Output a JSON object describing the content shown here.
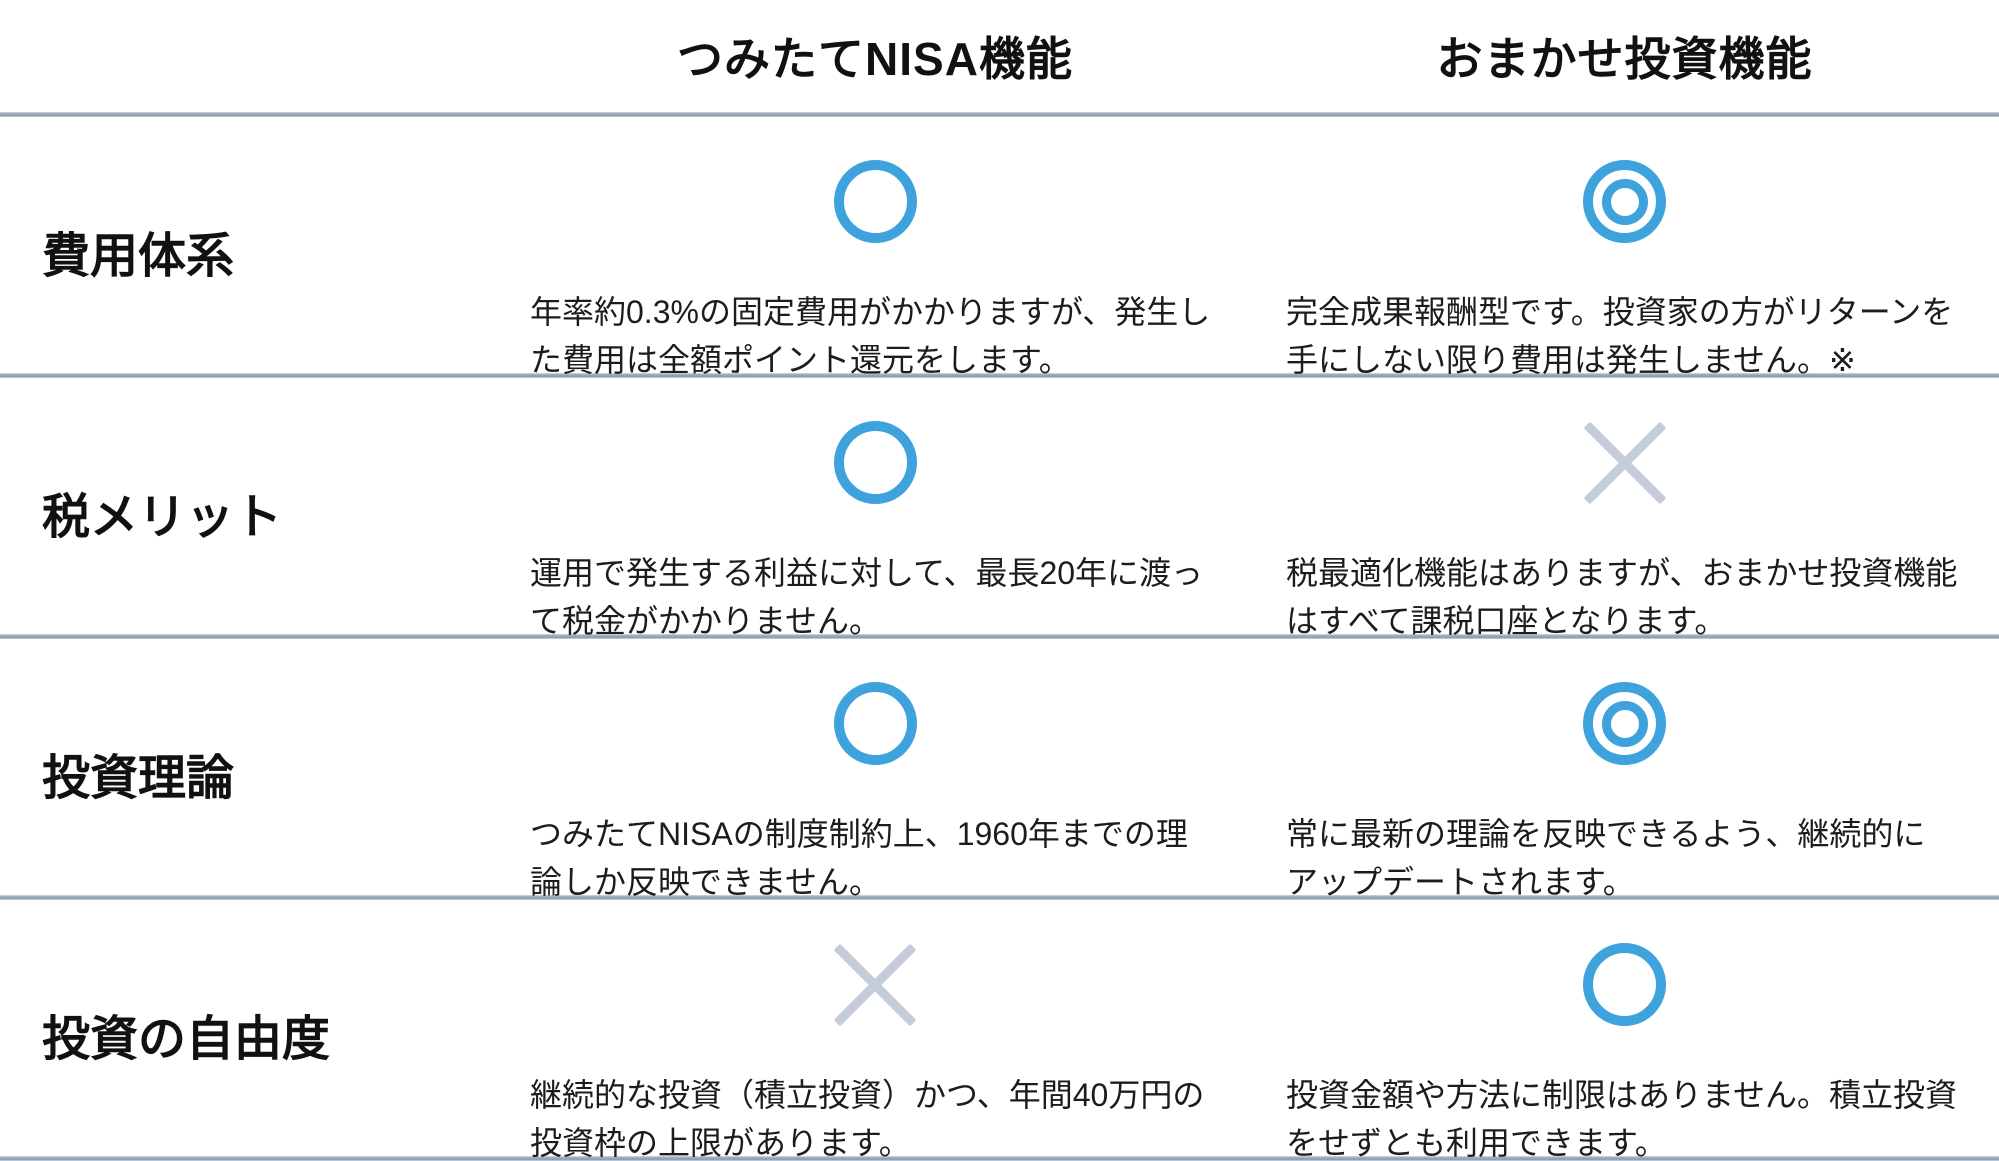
{
  "header": {
    "col2": "つみたてNISA機能",
    "col3": "おまかせ投資機能"
  },
  "rows": [
    {
      "label": "費用体系",
      "cells": [
        {
          "mark": "circle",
          "text": "年率約0.3%の固定費用がかかりますが、発生し\nた費用は全額ポイント還元をします。"
        },
        {
          "mark": "double-circle",
          "text": "完全成果報酬型です。投資家の方がリターンを\n手にしない限り費用は発生しません。※"
        }
      ]
    },
    {
      "label": "税メリット",
      "cells": [
        {
          "mark": "circle",
          "text": "運用で発生する利益に対して、最長20年に渡っ\nて税金がかかりません。"
        },
        {
          "mark": "cross",
          "text": "税最適化機能はありますが、おまかせ投資機能\nはすべて課税口座となります。"
        }
      ]
    },
    {
      "label": "投資理論",
      "cells": [
        {
          "mark": "circle",
          "text": "つみたてNISAの制度制約上、1960年までの理\n論しか反映できません。"
        },
        {
          "mark": "double-circle",
          "text": "常に最新の理論を反映できるよう、継続的に\nアップデートされます。"
        }
      ]
    },
    {
      "label": "投資の自由度",
      "cells": [
        {
          "mark": "cross",
          "text": "継続的な投資（積立投資）かつ、年間40万円の\n投資枠の上限があります。"
        },
        {
          "mark": "circle",
          "text": "投資金額や方法に制限はありません。積立投資\nをせずとも利用できます。"
        }
      ]
    }
  ],
  "colors": {
    "accent_blue": "#3ea2dc",
    "cross_gray": "#c3ccd8",
    "divider_gray": "#93a3b6",
    "text": "#1c1c1c"
  },
  "chart_data": {
    "type": "table",
    "title": "",
    "columns": [
      "",
      "つみたてNISA機能",
      "おまかせ投資機能"
    ],
    "mark_symbols": {
      "circle": "○",
      "double-circle": "◎",
      "cross": "×"
    },
    "rows": [
      [
        "費用体系",
        "○ 年率約0.3%の固定費用がかかりますが、発生した費用は全額ポイント還元をします。",
        "◎ 完全成果報酬型です。投資家の方がリターンを手にしない限り費用は発生しません。※"
      ],
      [
        "税メリット",
        "○ 運用で発生する利益に対して、最長20年に渡って税金がかかりません。",
        "× 税最適化機能はありますが、おまかせ投資機能はすべて課税口座となります。"
      ],
      [
        "投資理論",
        "○ つみたてNISAの制度制約上、1960年までの理論しか反映できません。",
        "◎ 常に最新の理論を反映できるよう、継続的にアップデートされます。"
      ],
      [
        "投資の自由度",
        "× 継続的な投資（積立投資）かつ、年間40万円の投資枠の上限があります。",
        "○ 投資金額や方法に制限はありません。積立投資をせずとも利用できます。"
      ]
    ],
    "layout": {
      "grid": "horizontal row dividers only",
      "legend_position": "none"
    }
  }
}
